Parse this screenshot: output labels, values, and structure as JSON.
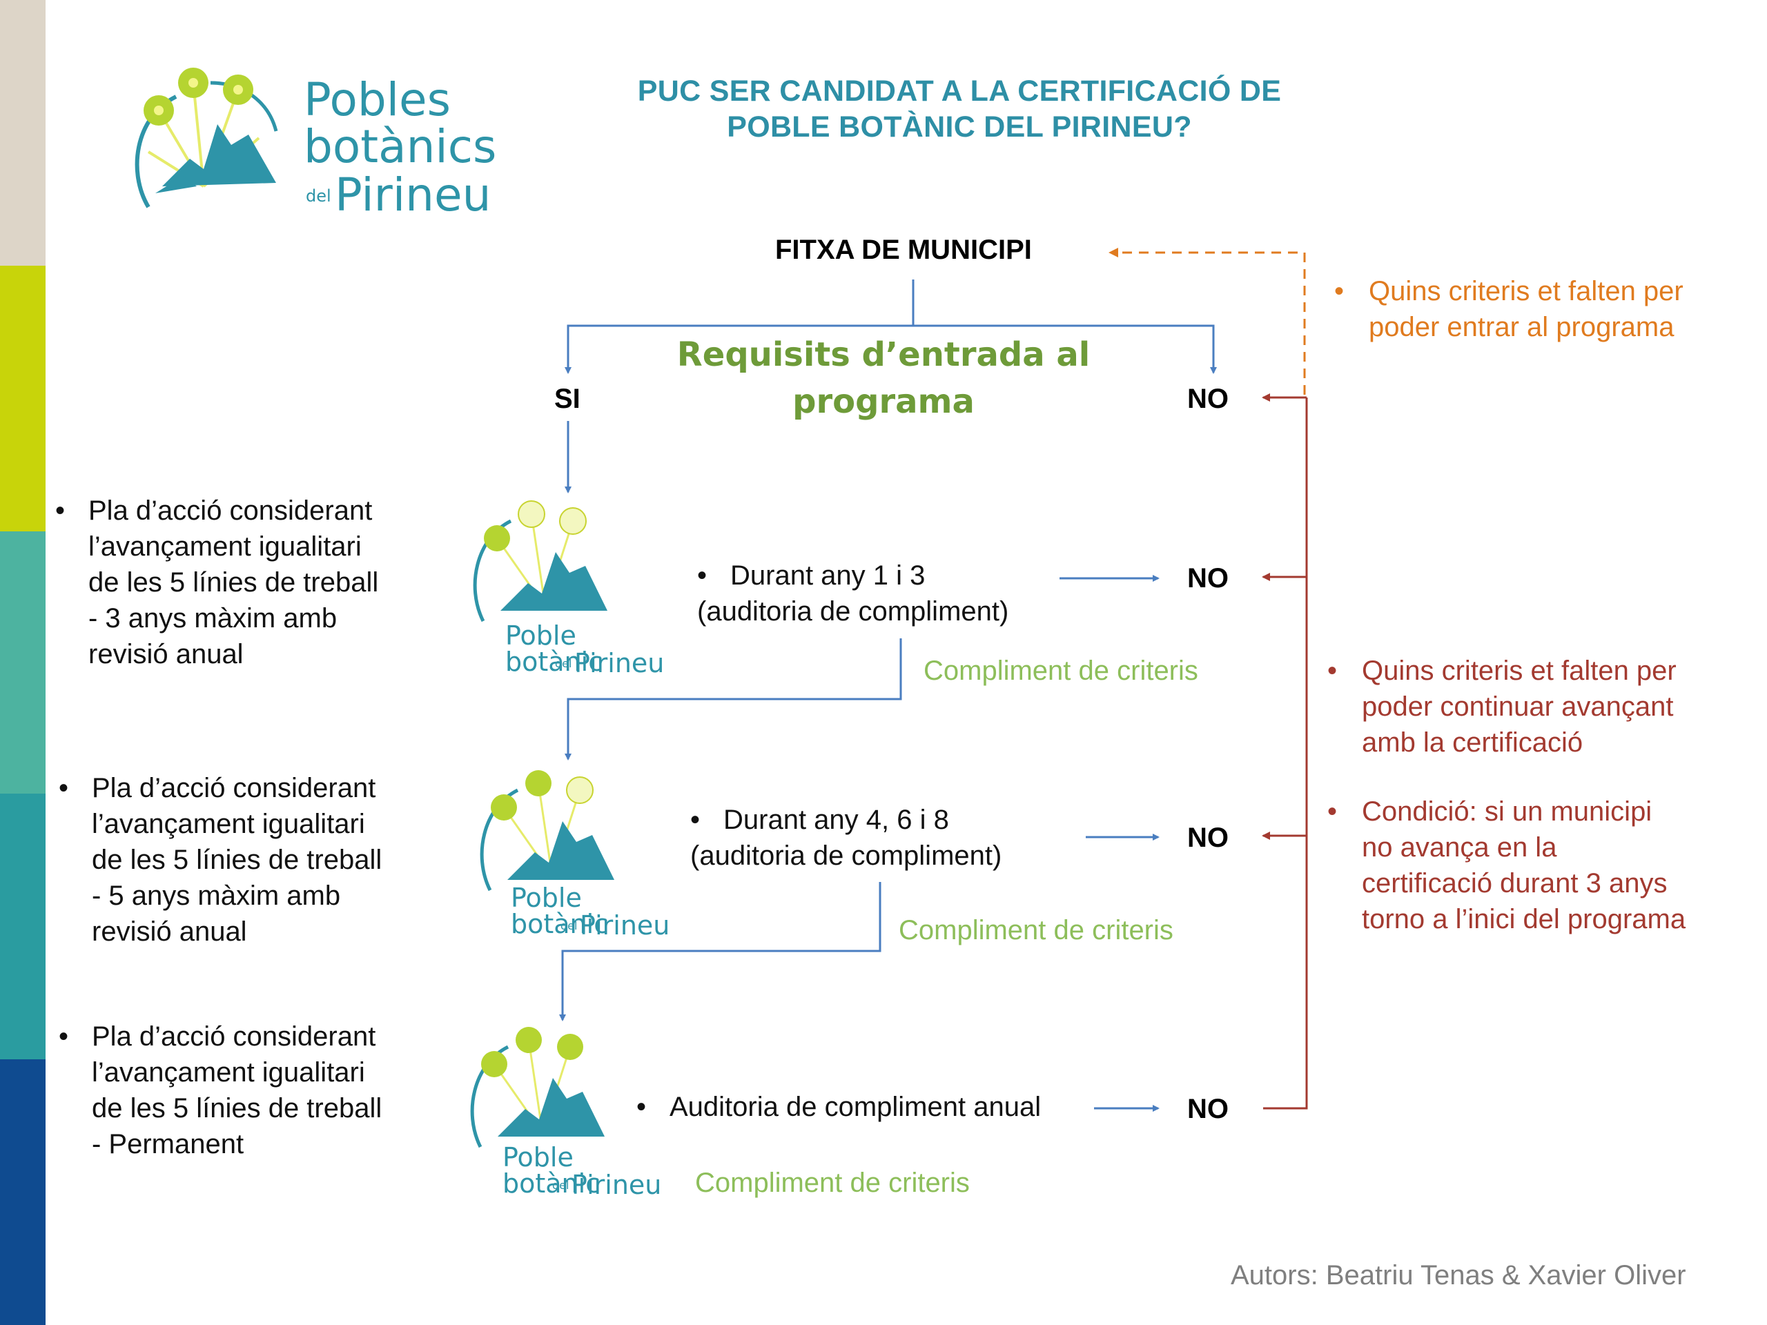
{
  "title": {
    "line1": "PUC SER CANDIDAT A LA CERTIFICACIÓ DE",
    "line2": "POBLE BOTÀNIC DEL PIRINEU?"
  },
  "logo_main": {
    "line1": "Pobles",
    "line2": "botànics",
    "prefix": "del",
    "line3": "Pirineu"
  },
  "logo_small": {
    "line1": "Poble botànic",
    "prefix": "del",
    "line2": "Pirineu"
  },
  "start_node": "FITXA DE MUNICIPI",
  "requirements": {
    "line1": "Requisits d’entrada al",
    "line2": "programa"
  },
  "yes_label": "SI",
  "no_label": "NO",
  "stages": [
    {
      "plan": [
        "Pla d’acció considerant",
        "l’avançament igualitari",
        "de les 5 línies de treball",
        "-  3 anys màxim amb",
        "revisió anual"
      ],
      "audit": [
        "Durant any 1 i 3",
        "(auditoria de compliment)"
      ],
      "criteria": "Compliment de criteris"
    },
    {
      "plan": [
        "Pla d’acció considerant",
        "l’avançament igualitari",
        "de les 5 línies de treball",
        "-  5 anys màxim amb",
        "revisió anual"
      ],
      "audit": [
        "Durant any 4, 6 i 8",
        "(auditoria de compliment)"
      ],
      "criteria": "Compliment de criteris"
    },
    {
      "plan": [
        "Pla d’acció considerant",
        "l’avançament igualitari",
        "de les 5 línies de treball",
        "-  Permanent"
      ],
      "audit": [
        "Auditoria de compliment anual"
      ],
      "criteria": "Compliment de criteris"
    }
  ],
  "notes": {
    "entry": [
      "Quins criteris et falten per",
      "poder entrar al programa"
    ],
    "continue": [
      "Quins criteris et falten per",
      "poder continuar avançant",
      "amb la certificació"
    ],
    "condition": [
      "Condició: si un municipi",
      "no avança en la",
      "certificació durant 3 anys",
      "torno a l’inici del programa"
    ]
  },
  "authors": "Autors: Beatriu Tenas & Xavier Oliver",
  "colors": {
    "stripe_beige": "#DDD5C8",
    "stripe_lime": "#C8D40A",
    "stripe_teal": "#4DB3A0",
    "stripe_deepteal": "#2A9CA0",
    "stripe_navy": "#0F4B90",
    "title": "#2E8FA6",
    "flow_blue": "#4A7EC0",
    "green": "#8DBE5A",
    "orange": "#E07B1F",
    "dark_red": "#A33A30"
  }
}
